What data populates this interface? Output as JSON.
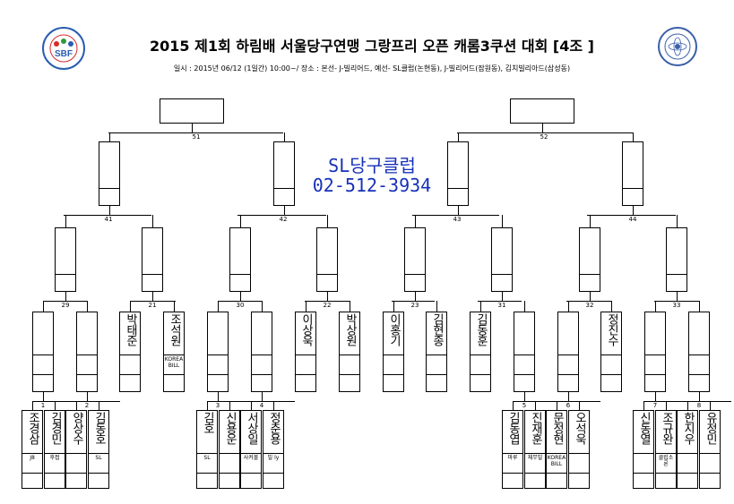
{
  "header": {
    "title": "2015 제1회 하림배 서울당구연맹 그랑프리 오픈 캐롬3쿠션 대회 [4조 ]",
    "subtitle": "일시 : 2015년 06/12 (1일간) 10:00~/ 장소 : 본선- J-빌리어드, 예선- SL클럽(논현동), J-빌리어드(잠원동), 김치빌리아드(삼성동)",
    "left_logo_text": "SBF",
    "left_logo_ring": "서울당구연맹",
    "right_logo_ring": "서울당구연맹",
    "watermark_line1": "SL당구클럽",
    "watermark_line2": "02-512-3934"
  },
  "colors": {
    "watermark": "#1730b8",
    "logo_blue": "#2a5db0",
    "logo_red": "#d82a2a",
    "logo_green": "#2f9a3a"
  },
  "bracket": {
    "match_numbers": [
      "51",
      "52",
      "41",
      "42",
      "43",
      "44",
      "29",
      "21",
      "30",
      "22",
      "23",
      "31",
      "32",
      "33",
      "1",
      "2",
      "3",
      "4",
      "5",
      "6",
      "7",
      "8"
    ],
    "players_r1": [
      {
        "name": "조경삼",
        "aff": "J8"
      },
      {
        "name": "김경민",
        "aff": "후접"
      },
      {
        "name": "양상수",
        "aff": ""
      },
      {
        "name": "김동호",
        "aff": "SL"
      },
      {
        "name": "김호",
        "aff": "SL"
      },
      {
        "name": "신용운",
        "aff": ""
      },
      {
        "name": "서상일",
        "aff": "사커볼"
      },
      {
        "name": "정춘용",
        "aff": "빌 ly"
      },
      {
        "name": "김동엽",
        "aff": "마루"
      },
      {
        "name": "진재훈",
        "aff": "체무빌"
      },
      {
        "name": "문정현",
        "aff": "KOREA BILL"
      },
      {
        "name": "오석욱",
        "aff": ""
      },
      {
        "name": "신동열",
        "aff": ""
      },
      {
        "name": "조규완",
        "aff": "클립소론"
      },
      {
        "name": "한지우",
        "aff": ""
      },
      {
        "name": "유정민",
        "aff": ""
      }
    ],
    "players_r2": [
      {
        "name": "박태준",
        "aff": ""
      },
      {
        "name": "조석원",
        "aff": "KOREA BILL"
      },
      {
        "name": "이상욱",
        "aff": ""
      },
      {
        "name": "박상원",
        "aff": ""
      },
      {
        "name": "이홍기",
        "aff": ""
      },
      {
        "name": "김현종",
        "aff": ""
      },
      {
        "name": "김동훈",
        "aff": ""
      },
      {
        "name": "정진수",
        "aff": ""
      }
    ]
  }
}
